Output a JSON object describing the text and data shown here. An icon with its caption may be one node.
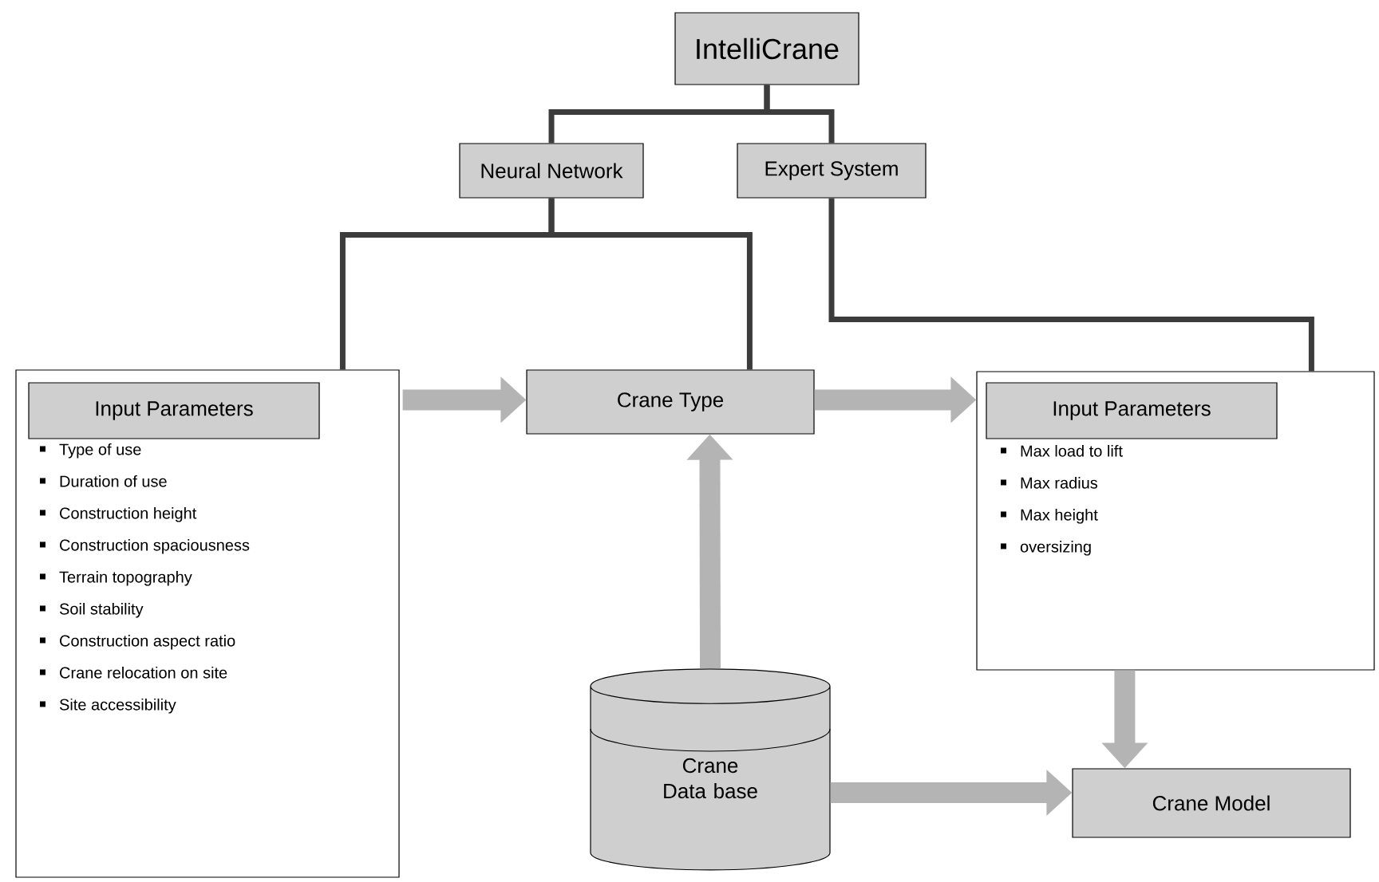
{
  "diagram": {
    "nodes": [
      {
        "text": [
          "IntelliCrane"
        ]
      },
      {
        "text": [
          "Neural Network"
        ]
      },
      {
        "text": [
          "Expert System"
        ]
      },
      {
        "text": [
          "Type of use",
          "Duration of use",
          "Construction height",
          "Construction spaciousness",
          "Terrain topography",
          "Soil stability",
          "Construction aspect ratio",
          "Crane relocation on site",
          "Site accessibility"
        ]
      },
      {
        "text": [
          "Input Parameters"
        ],
        "in": 3
      },
      {
        "text": [
          "Crane Type"
        ]
      },
      {
        "text": [
          "Max load to lift",
          "Max radius",
          "Max height",
          "oversizing"
        ]
      },
      {
        "text": [
          "Input Parameters"
        ],
        "in": 6
      },
      {
        "text": [
          "Crane Data base"
        ]
      },
      {
        "text": [
          "Crane Model"
        ]
      }
    ],
    "edges": [
      {
        "from": 0,
        "to": 1,
        "arrow": "none",
        "color": "#3c3c3c"
      },
      {
        "from": 0,
        "to": 2,
        "arrow": "none",
        "color": "#3c3c3c"
      },
      {
        "from": 1,
        "to": 3,
        "arrow": "none",
        "color": "#3c3c3c"
      },
      {
        "from": 1,
        "to": 5,
        "arrow": "none",
        "color": "#3c3c3c"
      },
      {
        "from": 2,
        "to": 6,
        "arrow": "none",
        "color": "#3c3c3c"
      },
      {
        "from": 3,
        "to": 5,
        "arrow": "to",
        "style": "thick",
        "color": "#b4b4b4"
      },
      {
        "from": 5,
        "to": 6,
        "arrow": "to",
        "style": "thick",
        "color": "#b4b4b4"
      },
      {
        "from": 8,
        "to": 5,
        "arrow": "to",
        "style": "thick",
        "color": "#b4b4b4"
      },
      {
        "from": 8,
        "to": 9,
        "arrow": "to",
        "style": "thick",
        "color": "#b4b4b4"
      },
      {
        "from": 6,
        "to": 9,
        "arrow": "to",
        "style": "thick",
        "color": "#b4b4b4"
      }
    ]
  }
}
